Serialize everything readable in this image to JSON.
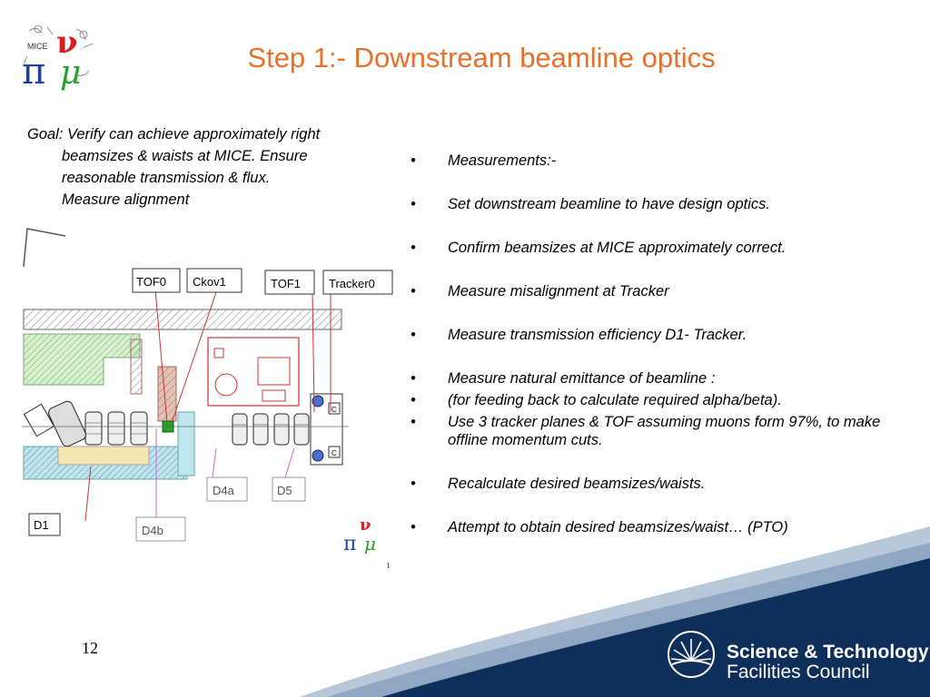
{
  "slide": {
    "title": "Step 1:- Downstream beamline optics",
    "page_number": "12",
    "footnote_mark": "1"
  },
  "goal": {
    "lines": [
      "Goal: Verify can achieve approximately right",
      "beamsizes & waists at MICE. Ensure",
      "reasonable transmission & flux.",
      "Measure alignment"
    ]
  },
  "bullets": [
    {
      "text": "Measurements:-",
      "gap_before": false
    },
    {
      "text": "Set downstream beamline to have design optics.",
      "gap_before": true
    },
    {
      "text": "Confirm beamsizes at MICE approximately correct.",
      "gap_before": true
    },
    {
      "text": "Measure misalignment at Tracker",
      "gap_before": true
    },
    {
      "text": "Measure transmission efficiency D1- Tracker.",
      "gap_before": true
    },
    {
      "text": "Measure natural emittance of beamline :",
      "gap_before": true
    },
    {
      "text": "(for feeding back to calculate required alpha/beta).",
      "gap_before": false
    },
    {
      "text": "Use 3 tracker planes & TOF assuming muons form 97%, to make offline momentum cuts.",
      "gap_before": false
    },
    {
      "text": "Recalculate desired beamsizes/waists.",
      "gap_before": true
    },
    {
      "text": "Attempt to obtain desired beamsizes/waist… (PTO)",
      "gap_before": true
    }
  ],
  "bullet_symbol": "•",
  "diagram": {
    "labels": {
      "tof0": "TOF0",
      "ckov1": "Ckov1",
      "tof1": "TOF1",
      "tracker0": "Tracker0",
      "d4a": "D4a",
      "d5": "D5",
      "d1": "D1",
      "d4b": "D4b",
      "c": "C"
    }
  },
  "logo": {
    "mice_text": "MICE",
    "pi": "π",
    "nu": "ν",
    "mu": "μ"
  },
  "footer": {
    "org_line1": "Science & Technology",
    "org_line2": "Facilities Council"
  },
  "colors": {
    "title": "#e8702a",
    "footer_dark": "#0d2f5a",
    "footer_light": "#8fa7c2"
  }
}
